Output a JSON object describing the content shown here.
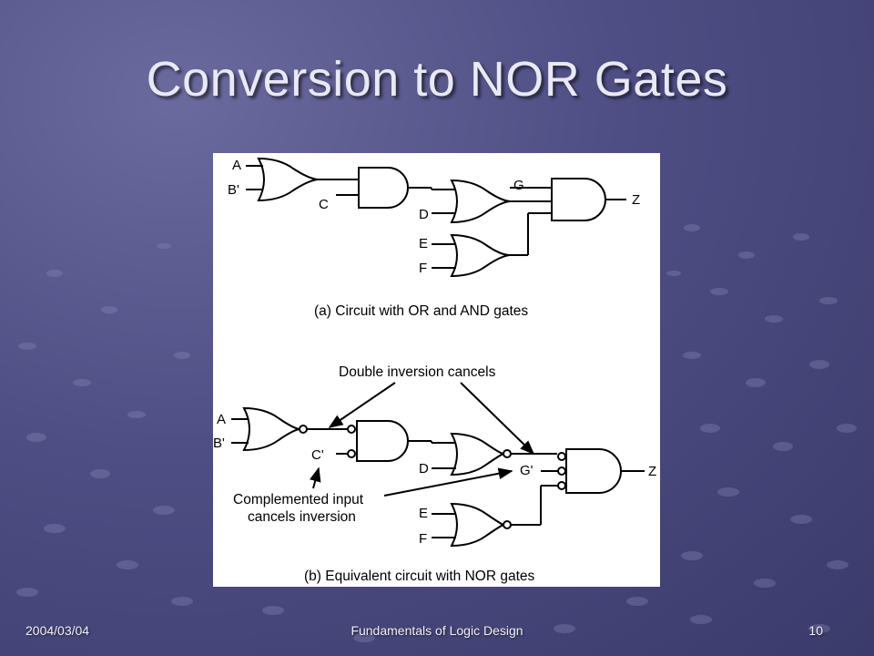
{
  "slide": {
    "title": "Conversion to NOR Gates",
    "footer_date": "2004/03/04",
    "footer_course": "Fundamentals of Logic Design",
    "page_number": "10"
  },
  "figure": {
    "part_a": {
      "caption": "(a) Circuit with OR and AND gates",
      "labels": {
        "a": "A",
        "b": "B'",
        "c": "C",
        "d": "D",
        "e": "E",
        "f": "F",
        "g": "G",
        "z": "Z"
      }
    },
    "part_b": {
      "caption": "(b) Equivalent circuit with NOR gates",
      "labels": {
        "a": "A",
        "b": "B'",
        "c": "C'",
        "d": "D",
        "e": "E",
        "f": "F",
        "g": "G'",
        "z": "Z"
      },
      "annotation_double": "Double inversion cancels",
      "annotation_complement_line1": "Complemented input",
      "annotation_complement_line2": "cancels inversion"
    }
  }
}
